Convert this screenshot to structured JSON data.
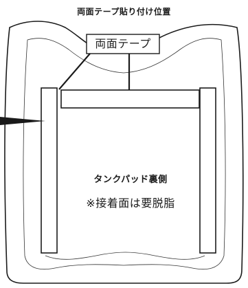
{
  "title": "両面テープ貼り付け位置",
  "callout_label": "両面テープ",
  "pad_label": "タンクパッド裏側",
  "pad_note": "※接着面は要脱脂"
}
